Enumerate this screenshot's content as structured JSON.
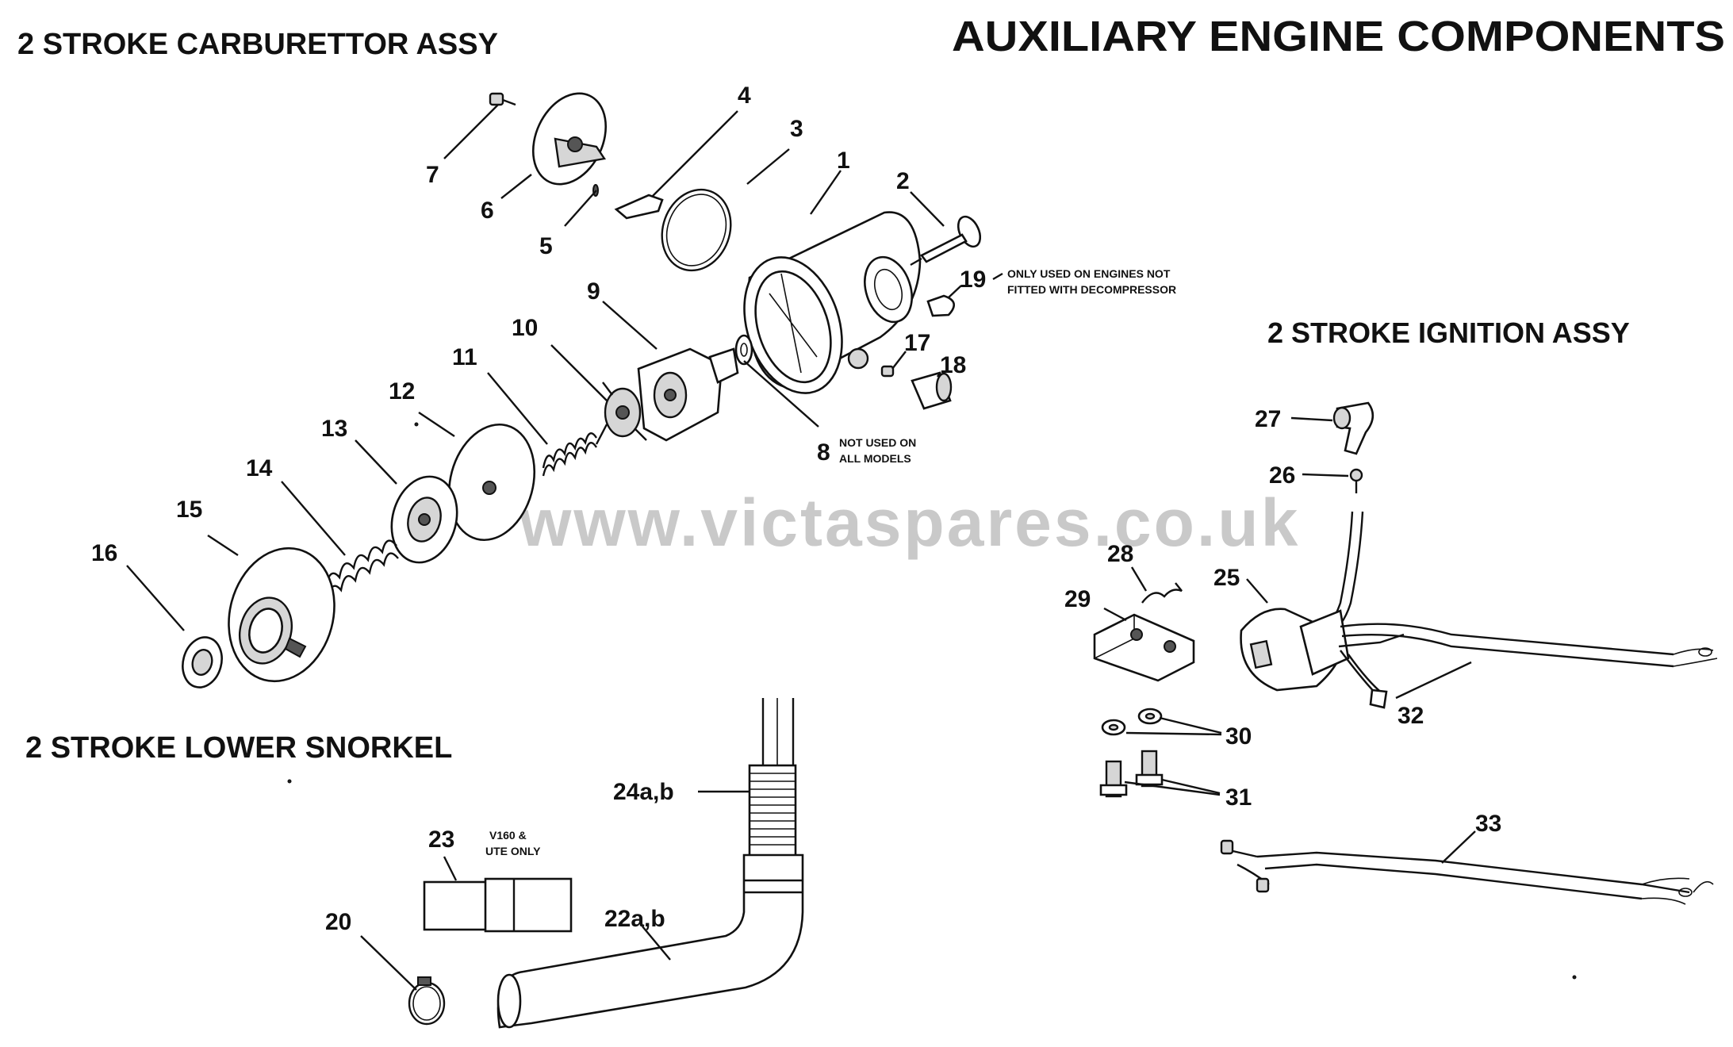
{
  "titles": {
    "carb": "2 STROKE CARBURETTOR ASSY",
    "main": "AUXILIARY ENGINE COMPONENTS",
    "ignition": "2 STROKE IGNITION ASSY",
    "snorkel": "2 STROKE LOWER SNORKEL"
  },
  "watermark": "www.victaspares.co.uk",
  "notes": {
    "n19a": "ONLY USED ON ENGINES NOT",
    "n19b": "FITTED WITH DECOMPRESSOR",
    "n8a": "NOT USED ON",
    "n8b": "ALL MODELS",
    "n23a": "V160 &",
    "n23b": "UTE ONLY"
  },
  "parts": {
    "p1": "1",
    "p2": "2",
    "p3": "3",
    "p4": "4",
    "p5": "5",
    "p6": "6",
    "p7": "7",
    "p8": "8",
    "p9": "9",
    "p10": "10",
    "p11": "11",
    "p12": "12",
    "p13": "13",
    "p14": "14",
    "p15": "15",
    "p16": "16",
    "p17": "17",
    "p18": "18",
    "p19": "19",
    "p20": "20",
    "p22": "22a,b",
    "p23": "23",
    "p24": "24a,b",
    "p25": "25",
    "p26": "26",
    "p27": "27",
    "p28": "28",
    "p29": "29",
    "p30": "30",
    "p31": "31",
    "p32": "32",
    "p33": "33"
  }
}
